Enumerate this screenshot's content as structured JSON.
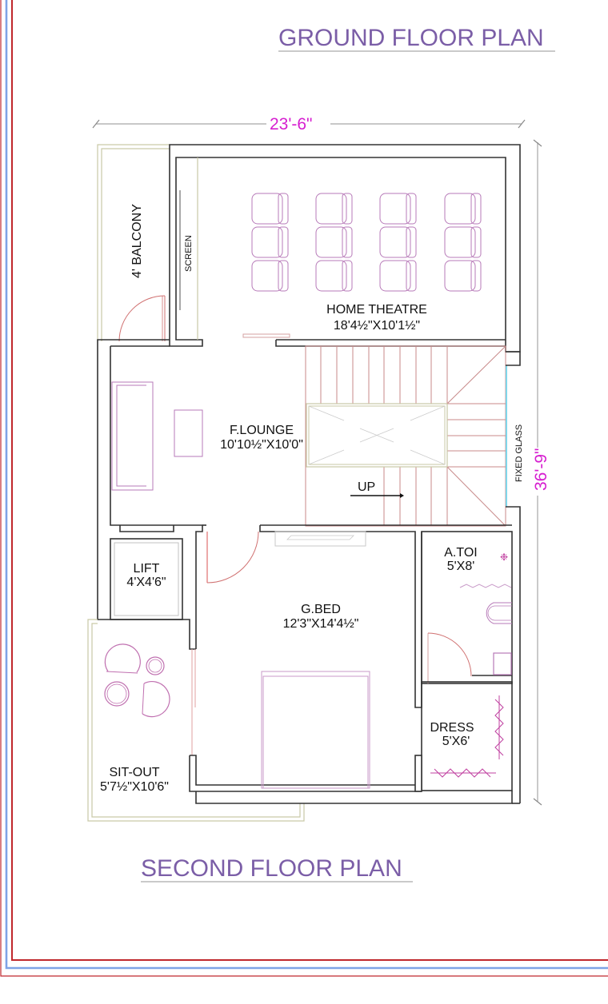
{
  "titles": {
    "top": "GROUND FLOOR PLAN",
    "bottom": "SECOND FLOOR PLAN"
  },
  "dimensions": {
    "overall_width": "23'-6\"",
    "overall_depth": "36'-9\""
  },
  "rooms": {
    "balcony": {
      "name": "4' BALCONY"
    },
    "screen": {
      "name": "SCREEN"
    },
    "home_theatre": {
      "name": "HOME THEATRE",
      "size": "18'4½\"X10'1½\""
    },
    "lounge": {
      "name": "F.LOUNGE",
      "size": "10'10½\"X10'0\""
    },
    "stairs": {
      "direction_label": "UP",
      "glass_label": "FIXED GLASS"
    },
    "lift": {
      "name": "LIFT",
      "size": "4'X4'6\""
    },
    "bed": {
      "name": "G.BED",
      "size": "12'3\"X14'4½\""
    },
    "toilet": {
      "name": "A.TOI",
      "size": "5'X8'"
    },
    "dress": {
      "name": "DRESS",
      "size": "5'X6'"
    },
    "sitout": {
      "name": "SIT-OUT",
      "size": "5'7½\"X10'6\""
    }
  },
  "furniture": {
    "theatre_seats": {
      "rows": 3,
      "columns": 4
    }
  },
  "colors": {
    "title": "#7b5ea7",
    "dimension": "#d61fd0",
    "wall": "#333333",
    "furniture": "#b77ab8",
    "stairs": "#c88a8a",
    "glass": "#7fd6ea",
    "border_red": "#c0282d",
    "border_blue": "#7ea3e6"
  }
}
